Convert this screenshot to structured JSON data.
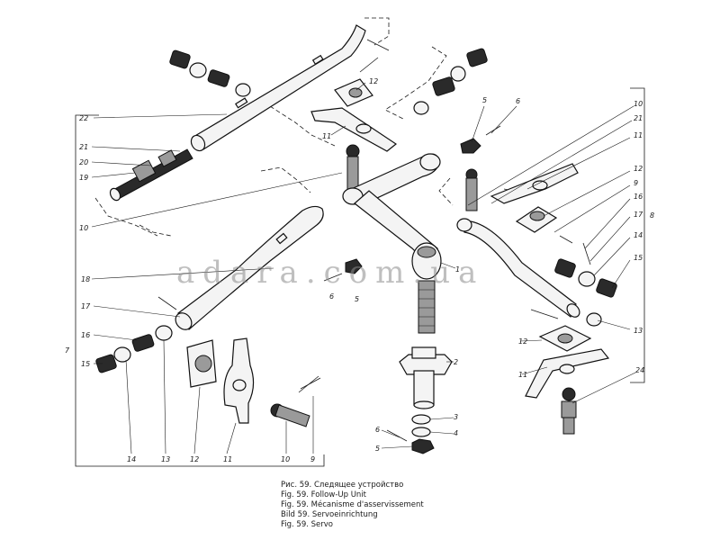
{
  "watermark": "adara.com.ua",
  "caption": {
    "line_ru": "Рис. 59. Следящее устройство",
    "line_en": "Fig. 59. Follow-Up Unit",
    "line_fr": "Fig. 59. Mécanisme d'asservissement",
    "line_de": "Bild 59. Servoeinrichtung",
    "line_es": "Fig. 59. Servo"
  },
  "callouts": {
    "c22": "22",
    "c21": "21",
    "c20": "20",
    "c19": "19",
    "c10a": "10",
    "c12a": "12",
    "c11a": "11",
    "c5a": "5",
    "c6a": "6",
    "c10r": "10",
    "c21r": "21",
    "c11r": "11",
    "c12r": "12",
    "c9r": "9",
    "c16r": "16",
    "c17r": "17",
    "c14r": "14",
    "c15r": "15",
    "c8": "8",
    "c13r": "13",
    "c12b": "12",
    "c11b": "11",
    "c24": "24",
    "c1": "1",
    "c6b": "6",
    "c5b": "5",
    "c2": "2",
    "c3": "3",
    "c4": "4",
    "c6c": "6",
    "c5c": "5",
    "c18": "18",
    "c17l": "17",
    "c7": "7",
    "c16l": "16",
    "c15l": "15",
    "c14b": "14",
    "c13b": "13",
    "c12c": "12",
    "c11c": "11",
    "c10b": "10",
    "c9b": "9"
  }
}
